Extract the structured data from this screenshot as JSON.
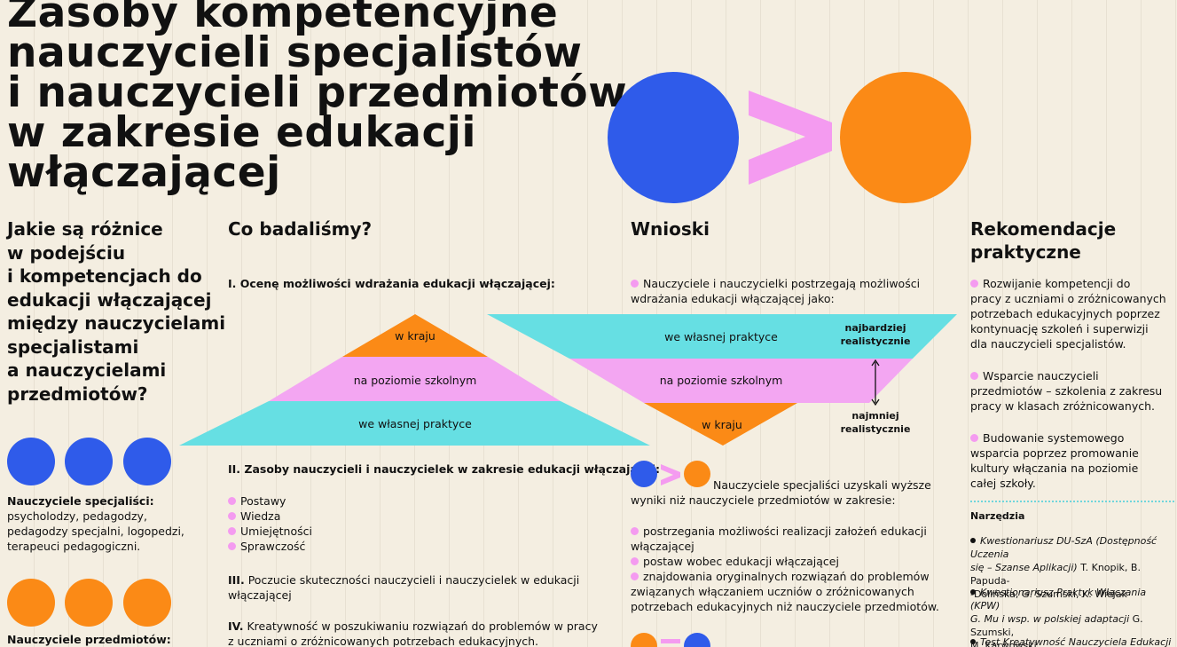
{
  "title_lines": [
    "Zasoby kompetencyjne",
    "nauczycieli specjalistów",
    "i nauczycieli przedmiotów",
    "w zakresie edukacji",
    "włączającej"
  ],
  "question_lines": [
    "Jakie są różnice",
    "w podejściu",
    "i kompetencjach do",
    "edukacji włączającej",
    "między nauczycielami",
    "specjalistami",
    "a nauczycielami",
    "przedmiotów?"
  ],
  "groups": {
    "specialists_title": "Nauczyciele specjaliści:",
    "specialists_lines": [
      "psycholodzy, pedagodzy,",
      "pedagodzy specjalni, logopedzi,",
      "terapeuci pedagogiczni."
    ],
    "subject_title": "Nauczyciele przedmiotów:"
  },
  "research": {
    "heading": "Co badaliśmy?",
    "item1": "I. Ocenę możliwości wdrażania edukacji włączającej:",
    "pyramid_labels": [
      "w kraju",
      "na poziomie szkolnym",
      "we własnej praktyce"
    ],
    "item2": "II. Zasoby nauczycieli i nauczycielek w zakresie edukacji włączającej:",
    "resources": [
      "Postawy",
      "Wiedza",
      "Umiejętności",
      "Sprawczość"
    ],
    "item3_num": "III.",
    "item3_lines": [
      "Poczucie skuteczności nauczycieli i nauczycielek w edukacji",
      "włączającej"
    ],
    "item4_num": "IV.",
    "item4_lines": [
      "Kreatywność w poszukiwaniu rozwiązań do problemów w pracy",
      "z uczniami o zróżnicowanych potrzebach edukacyjnych."
    ]
  },
  "conclusions": {
    "heading": "Wnioski",
    "intro_lines": [
      "Nauczyciele i nauczycielki postrzegają możliwości",
      "wdrażania edukacji włączającej jako:"
    ],
    "inverted_labels": [
      "we własnej praktyce",
      "na poziomie szkolnym",
      "w kraju"
    ],
    "most_realistic": [
      "najbardziej",
      "realistycznie"
    ],
    "least_realistic": [
      "najmniej",
      "realistycznie"
    ],
    "comparison_intro_lines": [
      "Nauczyciele specjaliści uzyskali wyższe",
      "wyniki niż nauczyciele przedmiotów w zakresie:"
    ],
    "bullets": [
      [
        "postrzegania możliwości realizacji założeń edukacji",
        "włączającej"
      ],
      [
        "postaw wobec edukacji włączającej"
      ],
      [
        "znajdowania oryginalnych rozwiązań do problemów",
        "związanych włączaniem uczniów o zróżnicowanych",
        "potrzebach edukacyjnych niż nauczyciele przedmiotów."
      ]
    ]
  },
  "recommendations": {
    "heading_lines": [
      "Rekomendacje",
      "praktyczne"
    ],
    "items": [
      [
        "Rozwijanie kompetencji do",
        "pracy z uczniami o zróżnicowanych",
        "potrzebach edukacyjnych poprzez",
        "kontynuację szkoleń i superwizji",
        "dla nauczycieli specjalistów."
      ],
      [
        "Wsparcie nauczycieli",
        "przedmiotów – szkolenia z zakresu",
        "pracy w klasach zróżnicowanych."
      ],
      [
        "Budowanie systemowego",
        "wsparcia poprzez promowanie",
        "kultury włączania na poziomie",
        "całej szkoły."
      ]
    ],
    "tools_heading": "Narzędzia",
    "tools": [
      {
        "italic": "Kwestionariusz DU-SzA (Dostępność Uczenia",
        "italic2": "się – Szanse Aplikacji)",
        "rest": " T. Knopik, B. Papuda-",
        "lines": [
          "-Dolińska, G. Szumski, K. Wiejak"
        ]
      },
      {
        "italic": "Kwestionariusz Praktyk Włączania (KPW)",
        "italic2": "G. Mu i wsp. w polskiej adaptacji",
        "rest": " G. Szumski,",
        "lines": [
          "M. Karwowski"
        ]
      },
      {
        "italic": "Test Kreatywność Nauczyciela Edukacji",
        "italic2": "",
        "rest": "",
        "lines": []
      }
    ]
  },
  "symbols": {
    "greater_than": ">"
  },
  "colors": {
    "blue": "#2f5bea",
    "orange": "#fb8a16",
    "pink": "#f3a6f2",
    "cyan": "#66dfe3",
    "background": "#f4eee1"
  }
}
